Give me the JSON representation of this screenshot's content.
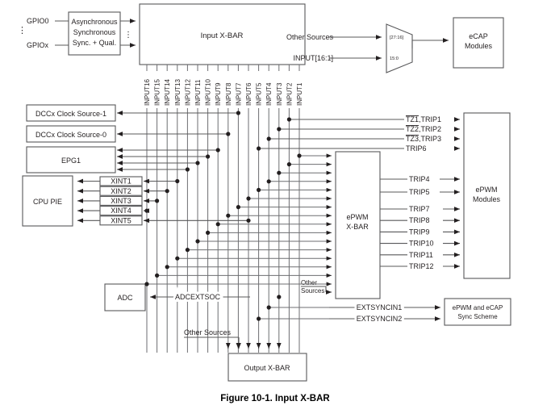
{
  "figure": {
    "caption": "Figure 10-1. Input X-BAR",
    "number": "10-1",
    "title": "Input X-BAR"
  },
  "blocks": {
    "qualifier": {
      "line1": "Asynchronous",
      "line2": "Synchronous",
      "line3": "Sync. + Qual."
    },
    "input_xbar": "Input  X-BAR",
    "ecap_modules": {
      "line1": "eCAP",
      "line2": "Modules"
    },
    "dcc_source_1": "DCCx Clock Source-1",
    "dcc_source_0": "DCCx Clock Source-0",
    "epg1": "EPG1",
    "cpu_pie": "CPU PIE",
    "epwm_xbar": {
      "line1": "ePWM",
      "line2": "X-BAR"
    },
    "epwm_modules": {
      "line1": "ePWM",
      "line2": "Modules"
    },
    "adc": "ADC",
    "sync_scheme": {
      "line1": "ePWM and eCAP",
      "line2": "Sync Scheme"
    },
    "output_xbar": "Output X-BAR"
  },
  "gpio": {
    "top": "GPIO0",
    "bottom": "GPIOx",
    "ellipsis": "⋮"
  },
  "mux": {
    "other_sources_label": "Other Sources",
    "input_range_label": "INPUT[16:1]",
    "upper_bits": "[27:16]",
    "lower_bits": "15:0"
  },
  "input_signals": [
    "INPUT16",
    "INPUT15",
    "INPUT14",
    "INPUT13",
    "INPUT12",
    "INPUT11",
    "INPUT10",
    "INPUT9",
    "INPUT8",
    "INPUT7",
    "INPUT6",
    "INPUT5",
    "INPUT4",
    "INPUT3",
    "INPUT2",
    "INPUT1"
  ],
  "xint_signals": [
    "XINT1",
    "XINT2",
    "XINT3",
    "XINT4",
    "XINT5"
  ],
  "trip_top": [
    {
      "label": "TZ1,TRIP1",
      "bar": "TZ1",
      "rest": ",TRIP1"
    },
    {
      "label": "TZ2,TRIP2",
      "bar": "TZ2",
      "rest": ",TRIP2"
    },
    {
      "label": "TZ3,TRIP3",
      "bar": "TZ3",
      "rest": ",TRIP3"
    },
    {
      "label": "TRIP6",
      "bar": "",
      "rest": "TRIP6"
    }
  ],
  "trip_mid": [
    "TRIP4",
    "TRIP5"
  ],
  "trip_low": [
    "TRIP7",
    "TRIP8",
    "TRIP9",
    "TRIP10",
    "TRIP11",
    "TRIP12"
  ],
  "misc": {
    "adcextsoc": "ADCEXTSOC",
    "extsyncin1": "EXTSYNCIN1",
    "extsyncin2": "EXTSYNCIN2",
    "other_sources_epwm_l1": "Other",
    "other_sources_epwm_l2": "Sources",
    "other_sources_output": "Other Sources"
  },
  "colors": {
    "stroke": "#58585a",
    "text": "#231f20",
    "background": "#ffffff"
  }
}
